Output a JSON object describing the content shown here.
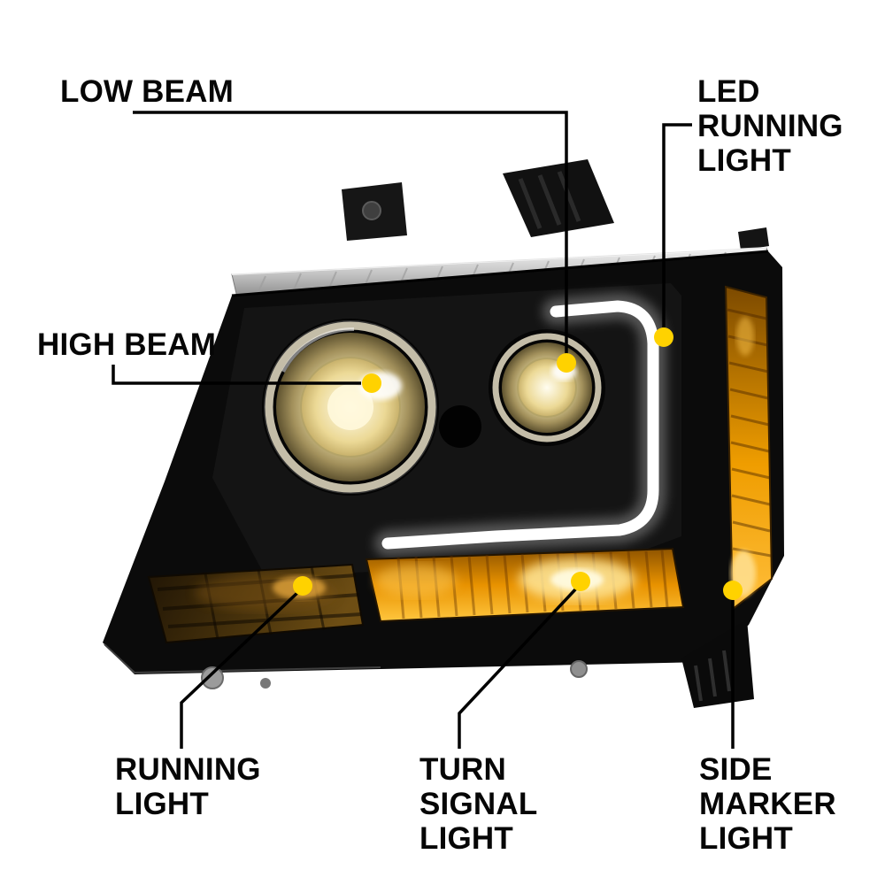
{
  "colors": {
    "background": "#ffffff",
    "callout_line": "#000000",
    "callout_dot": "#ffd200",
    "amber": "#ef9d00",
    "led_white": "#ffffff"
  },
  "callouts": {
    "low_beam": {
      "lines": [
        "LOW BEAM"
      ]
    },
    "led_running_light": {
      "lines": [
        "LED",
        "RUNNING",
        "LIGHT"
      ]
    },
    "high_beam": {
      "lines": [
        "HIGH BEAM"
      ]
    },
    "running_light": {
      "lines": [
        "RUNNING",
        "LIGHT"
      ]
    },
    "turn_signal_light": {
      "lines": [
        "TURN",
        "SIGNAL",
        "LIGHT"
      ]
    },
    "side_marker_light": {
      "lines": [
        "SIDE",
        "MARKER",
        "LIGHT"
      ]
    }
  }
}
